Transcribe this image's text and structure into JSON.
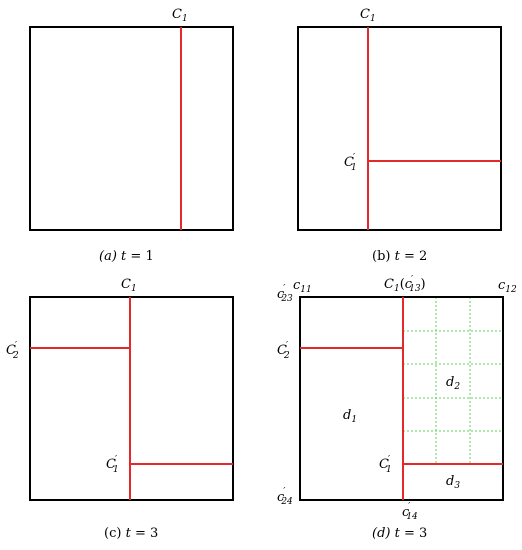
{
  "panels": [
    {
      "id": "a",
      "caption": {
        "prefix": "(a)",
        "t": "t",
        "eq": " = ",
        "n": "1"
      },
      "labels": {
        "top": {
          "base": "C",
          "sub": "1"
        }
      }
    },
    {
      "id": "b",
      "caption": {
        "prefix": "(b)",
        "t": "t",
        "eq": " = ",
        "n": "2"
      },
      "labels": {
        "top": {
          "base": "C",
          "sub": "1"
        },
        "c1p": {
          "base": "C",
          "sub": "1",
          "sup": "′"
        }
      }
    },
    {
      "id": "c",
      "caption": {
        "prefix": "(c)",
        "t": "t",
        "eq": " = ",
        "n": "3"
      },
      "labels": {
        "top": {
          "base": "C",
          "sub": "1"
        },
        "c2p": {
          "base": "C",
          "sub": "2",
          "sup": "′"
        },
        "c1p": {
          "base": "C",
          "sub": "1",
          "sup": "′"
        }
      }
    },
    {
      "id": "d",
      "caption": {
        "prefix": "(d)",
        "t": "t",
        "eq": " = ",
        "n": "3"
      },
      "labels": {
        "top": {
          "base": "C",
          "sub": "1",
          "paren_base": "c",
          "paren_sub": "13",
          "paren_sup": "′"
        },
        "c11": {
          "base": "c",
          "sub": "11"
        },
        "c12": {
          "base": "c",
          "sub": "12"
        },
        "c23": {
          "base": "c",
          "sub": "23",
          "sup": "′"
        },
        "c24": {
          "base": "c",
          "sub": "24",
          "sup": "′"
        },
        "c14": {
          "base": "c",
          "sub": "14",
          "sup": "′"
        },
        "c2p": {
          "base": "C",
          "sub": "2",
          "sup": "′"
        },
        "c1p": {
          "base": "C",
          "sub": "1",
          "sup": "′"
        },
        "d1": {
          "base": "d",
          "sub": "1"
        },
        "d2": {
          "base": "d",
          "sub": "2"
        },
        "d3": {
          "base": "d",
          "sub": "3"
        }
      }
    }
  ],
  "colors": {
    "frame": "#000000",
    "cut": "#e32a2a",
    "grid": "#5fd35f"
  }
}
